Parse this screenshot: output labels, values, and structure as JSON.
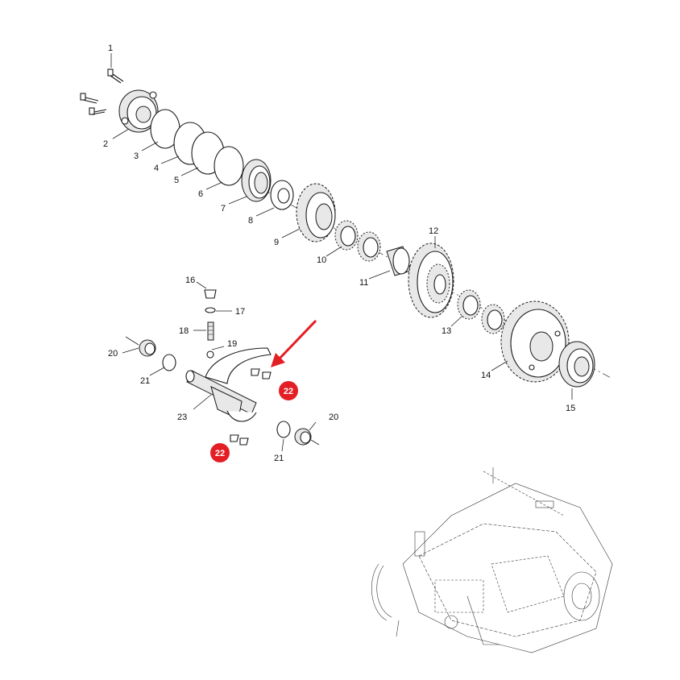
{
  "diagram": {
    "callouts": [
      {
        "id": "c1",
        "text": "1"
      },
      {
        "id": "c2",
        "text": "2"
      },
      {
        "id": "c3",
        "text": "3"
      },
      {
        "id": "c4",
        "text": "4"
      },
      {
        "id": "c5",
        "text": "5"
      },
      {
        "id": "c6",
        "text": "6"
      },
      {
        "id": "c7",
        "text": "7"
      },
      {
        "id": "c8",
        "text": "8"
      },
      {
        "id": "c9",
        "text": "9"
      },
      {
        "id": "c10",
        "text": "10"
      },
      {
        "id": "c11",
        "text": "11"
      },
      {
        "id": "c12",
        "text": "12"
      },
      {
        "id": "c13",
        "text": "13"
      },
      {
        "id": "c14",
        "text": "14"
      },
      {
        "id": "c15",
        "text": "15"
      },
      {
        "id": "c16",
        "text": "16"
      },
      {
        "id": "c17",
        "text": "17"
      },
      {
        "id": "c18",
        "text": "18"
      },
      {
        "id": "c19",
        "text": "19"
      },
      {
        "id": "c20a",
        "text": "20"
      },
      {
        "id": "c20b",
        "text": "20"
      },
      {
        "id": "c21a",
        "text": "21"
      },
      {
        "id": "c21b",
        "text": "21"
      },
      {
        "id": "c23",
        "text": "23"
      }
    ],
    "highlight": {
      "part_number": "22",
      "color": "#e31e24",
      "arrow_color": "#e31e24"
    }
  }
}
